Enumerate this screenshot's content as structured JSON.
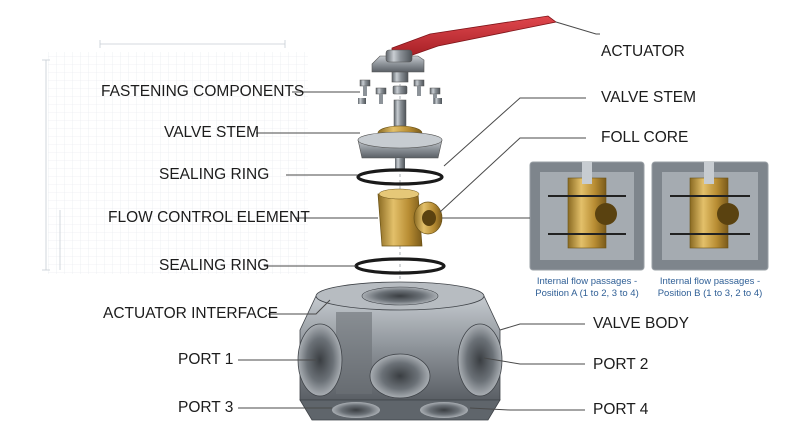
{
  "labels": {
    "actuator": "ACTUATOR",
    "fastening_components": "FASTENING COMPONENTS",
    "valve_stem_right": "VALVE STEM",
    "valve_stem_left": "VALVE STEM",
    "foll_core": "FOLL CORE",
    "sealing_ring_top": "SEALING RING",
    "flow_control_element": "FLOW CONTROL ELEMENT",
    "sealing_ring_bottom": "SEALING RING",
    "actuator_interface": "ACTUATOR INTERFACE",
    "valve_body": "VALVE BODY",
    "port_1": "PORT 1",
    "port_2": "PORT 2",
    "port_3": "PORT 3",
    "port_4": "PORT 4"
  },
  "insets": {
    "position_a": {
      "line1": "Internal flow passages -",
      "line2": "Position A (1 to 2, 3 to 4)"
    },
    "position_b": {
      "line1": "Internal flow passages -",
      "line2": "Position B (1 to 3, 2 to 4)"
    }
  },
  "colors": {
    "handle_red": "#c8262d",
    "steel": "#9aa0a6",
    "brass": "#c9a24a",
    "caption_blue": "#2f5f96",
    "text": "#1c1c1c",
    "leader": "#4a4a4a"
  }
}
